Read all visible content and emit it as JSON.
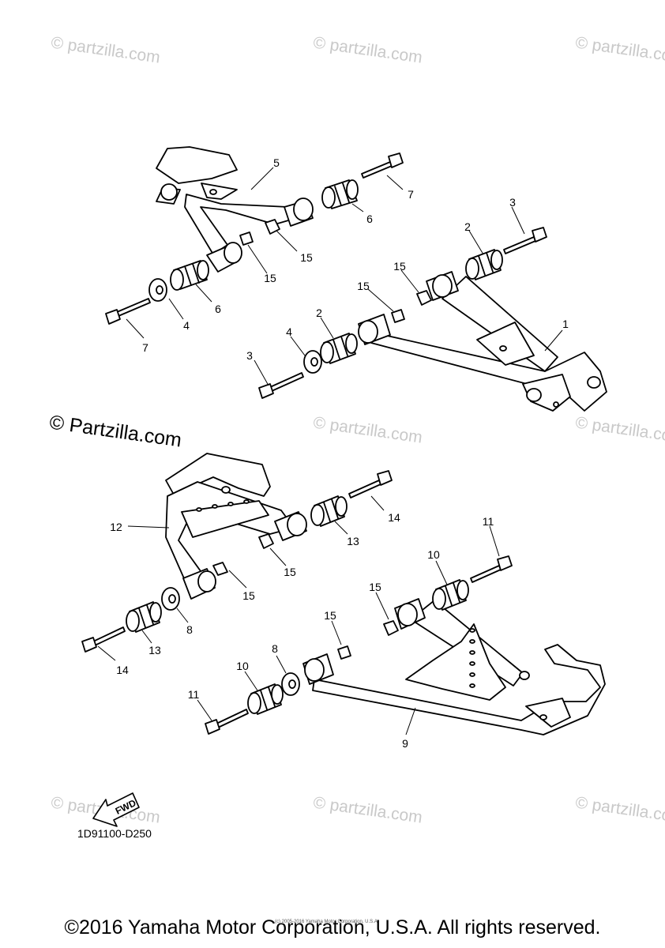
{
  "watermark": {
    "text": "© Partzilla.com",
    "faint_text": "© partzilla.com"
  },
  "callouts": [
    {
      "id": "c5",
      "label": "5"
    },
    {
      "id": "c7a",
      "label": "7"
    },
    {
      "id": "c6a",
      "label": "6"
    },
    {
      "id": "c15a",
      "label": "15"
    },
    {
      "id": "c15b",
      "label": "15"
    },
    {
      "id": "c6b",
      "label": "6"
    },
    {
      "id": "c4a",
      "label": "4"
    },
    {
      "id": "c7b",
      "label": "7"
    },
    {
      "id": "c3a",
      "label": "3"
    },
    {
      "id": "c2a",
      "label": "2"
    },
    {
      "id": "c15c",
      "label": "15"
    },
    {
      "id": "c15d",
      "label": "15"
    },
    {
      "id": "c2b",
      "label": "2"
    },
    {
      "id": "c4b",
      "label": "4"
    },
    {
      "id": "c3b",
      "label": "3"
    },
    {
      "id": "c1",
      "label": "1"
    },
    {
      "id": "c12",
      "label": "12"
    },
    {
      "id": "c14a",
      "label": "14"
    },
    {
      "id": "c13a",
      "label": "13"
    },
    {
      "id": "c15e",
      "label": "15"
    },
    {
      "id": "c15f",
      "label": "15"
    },
    {
      "id": "c8a",
      "label": "8"
    },
    {
      "id": "c13b",
      "label": "13"
    },
    {
      "id": "c14b",
      "label": "14"
    },
    {
      "id": "c11a",
      "label": "11"
    },
    {
      "id": "c10a",
      "label": "10"
    },
    {
      "id": "c15g",
      "label": "15"
    },
    {
      "id": "c15h",
      "label": "15"
    },
    {
      "id": "c8b",
      "label": "8"
    },
    {
      "id": "c10b",
      "label": "10"
    },
    {
      "id": "c11b",
      "label": "11"
    },
    {
      "id": "c9",
      "label": "9"
    }
  ],
  "fwd_label": "FWD",
  "diagram_code": "1D91100-D250",
  "tiny_notice": "(c) 2005-2016 Yamaha Motor Corporation, U.S.A.",
  "copyright": "©2016 Yamaha Motor Corporation, U.S.A. All rights reserved."
}
